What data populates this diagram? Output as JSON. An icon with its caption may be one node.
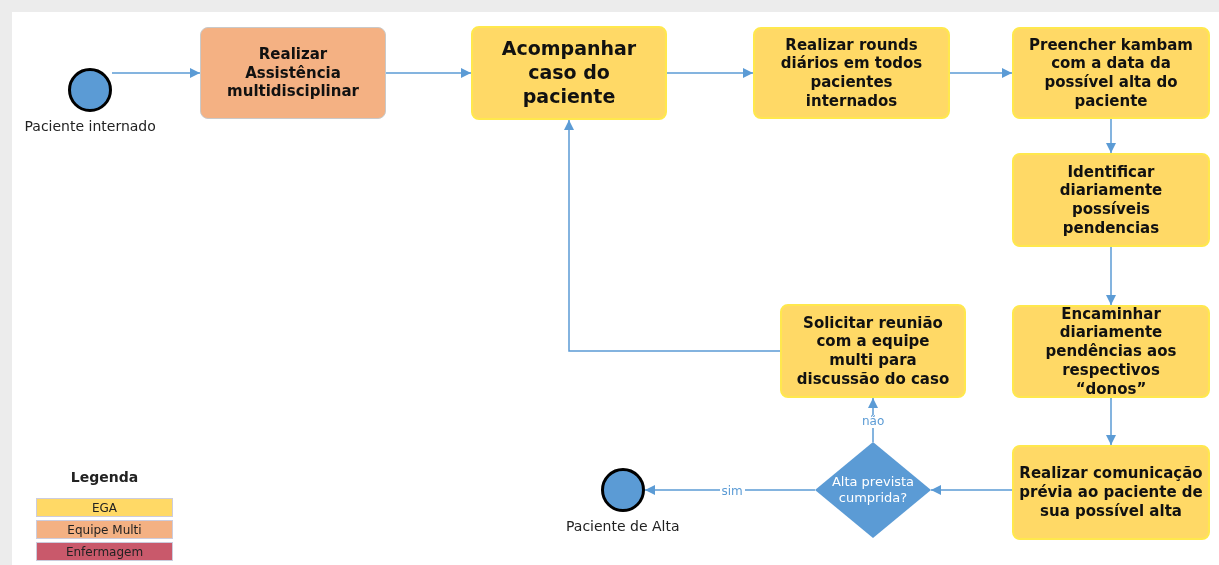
{
  "diagram": {
    "nodes": [
      {
        "text": [],
        "shape": "circle",
        "beside": [
          "Paciente internado"
        ]
      },
      {
        "text": [
          "Realizar Assistência multidisciplinar"
        ]
      },
      {
        "text": [
          "Acompanhar caso do paciente"
        ]
      },
      {
        "text": [
          "Realizar rounds diários em todos pacientes internados"
        ]
      },
      {
        "text": [
          "Preencher kambam com a data da possível alta do paciente"
        ]
      },
      {
        "text": [
          "Identificar diariamente possíveis pendencias"
        ]
      },
      {
        "text": [
          "Encaminhar diariamente pendências aos respectivos “donos”"
        ]
      },
      {
        "text": [
          "Realizar comunicação prévia ao paciente de sua possível alta"
        ]
      },
      {
        "text": [
          "Alta prevista cumprida?"
        ]
      },
      {
        "text": [],
        "shape": "circle",
        "beside": [
          "Paciente de Alta"
        ]
      },
      {
        "text": [
          "Solicitar reunião com a equipe multi para discussão do caso"
        ]
      }
    ],
    "edges": [
      {
        "from": 0,
        "to": 1,
        "arrow": "to"
      },
      {
        "from": 1,
        "to": 2,
        "arrow": "to"
      },
      {
        "from": 2,
        "to": 3,
        "arrow": "to"
      },
      {
        "from": 3,
        "to": 4,
        "arrow": "to"
      },
      {
        "from": 4,
        "to": 5,
        "arrow": "to"
      },
      {
        "from": 5,
        "to": 6,
        "arrow": "to"
      },
      {
        "from": 6,
        "to": 7,
        "arrow": "to"
      },
      {
        "from": 7,
        "to": 8,
        "arrow": "to"
      },
      {
        "from": 8,
        "to": 9,
        "arrow": "to",
        "label": "sim"
      },
      {
        "from": 8,
        "to": 10,
        "arrow": "to",
        "label": "não"
      },
      {
        "from": 10,
        "to": 2,
        "arrow": "to"
      }
    ],
    "labels": [
      "Legenda"
    ],
    "legend": [
      {
        "text": "EGA",
        "color": "#ffd966"
      },
      {
        "text": "Equipe Multi",
        "color": "#f4b183"
      },
      {
        "text": "Enfermagem",
        "color": "#c9596b"
      }
    ]
  }
}
